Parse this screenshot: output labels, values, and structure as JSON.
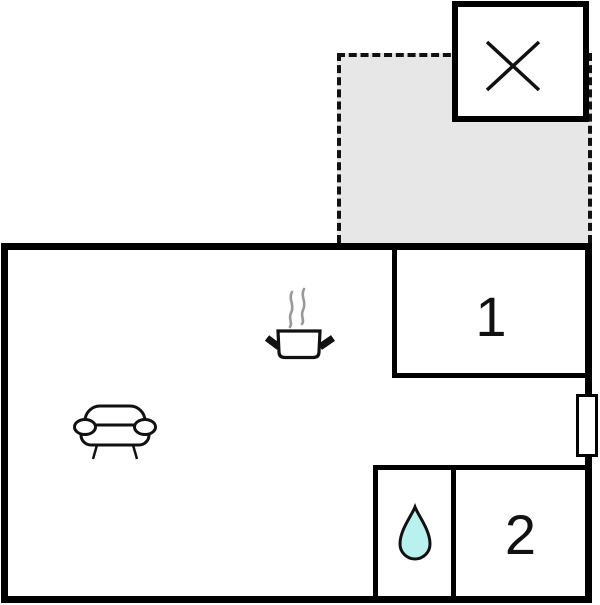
{
  "title": "apartment-floor-plan",
  "rooms": {
    "room1": {
      "label": "1"
    },
    "room2": {
      "label": "2"
    }
  },
  "icons": {
    "stairwell": "x-cross-icon",
    "terrace": "dashed-terrace-area",
    "kitchen": "cooking-pot-with-steam-icon",
    "living_area": "sofa-icon",
    "bathroom": "water-drop-icon",
    "right_wall": "window-marker"
  },
  "colors": {
    "wall": "#000000",
    "background": "#ffffff",
    "terrace_fill": "#e7e7e7",
    "terrace_border": "#111111",
    "water_drop_fill": "#b9f1ee",
    "water_drop_outline": "#111111",
    "steam": "#999999"
  }
}
